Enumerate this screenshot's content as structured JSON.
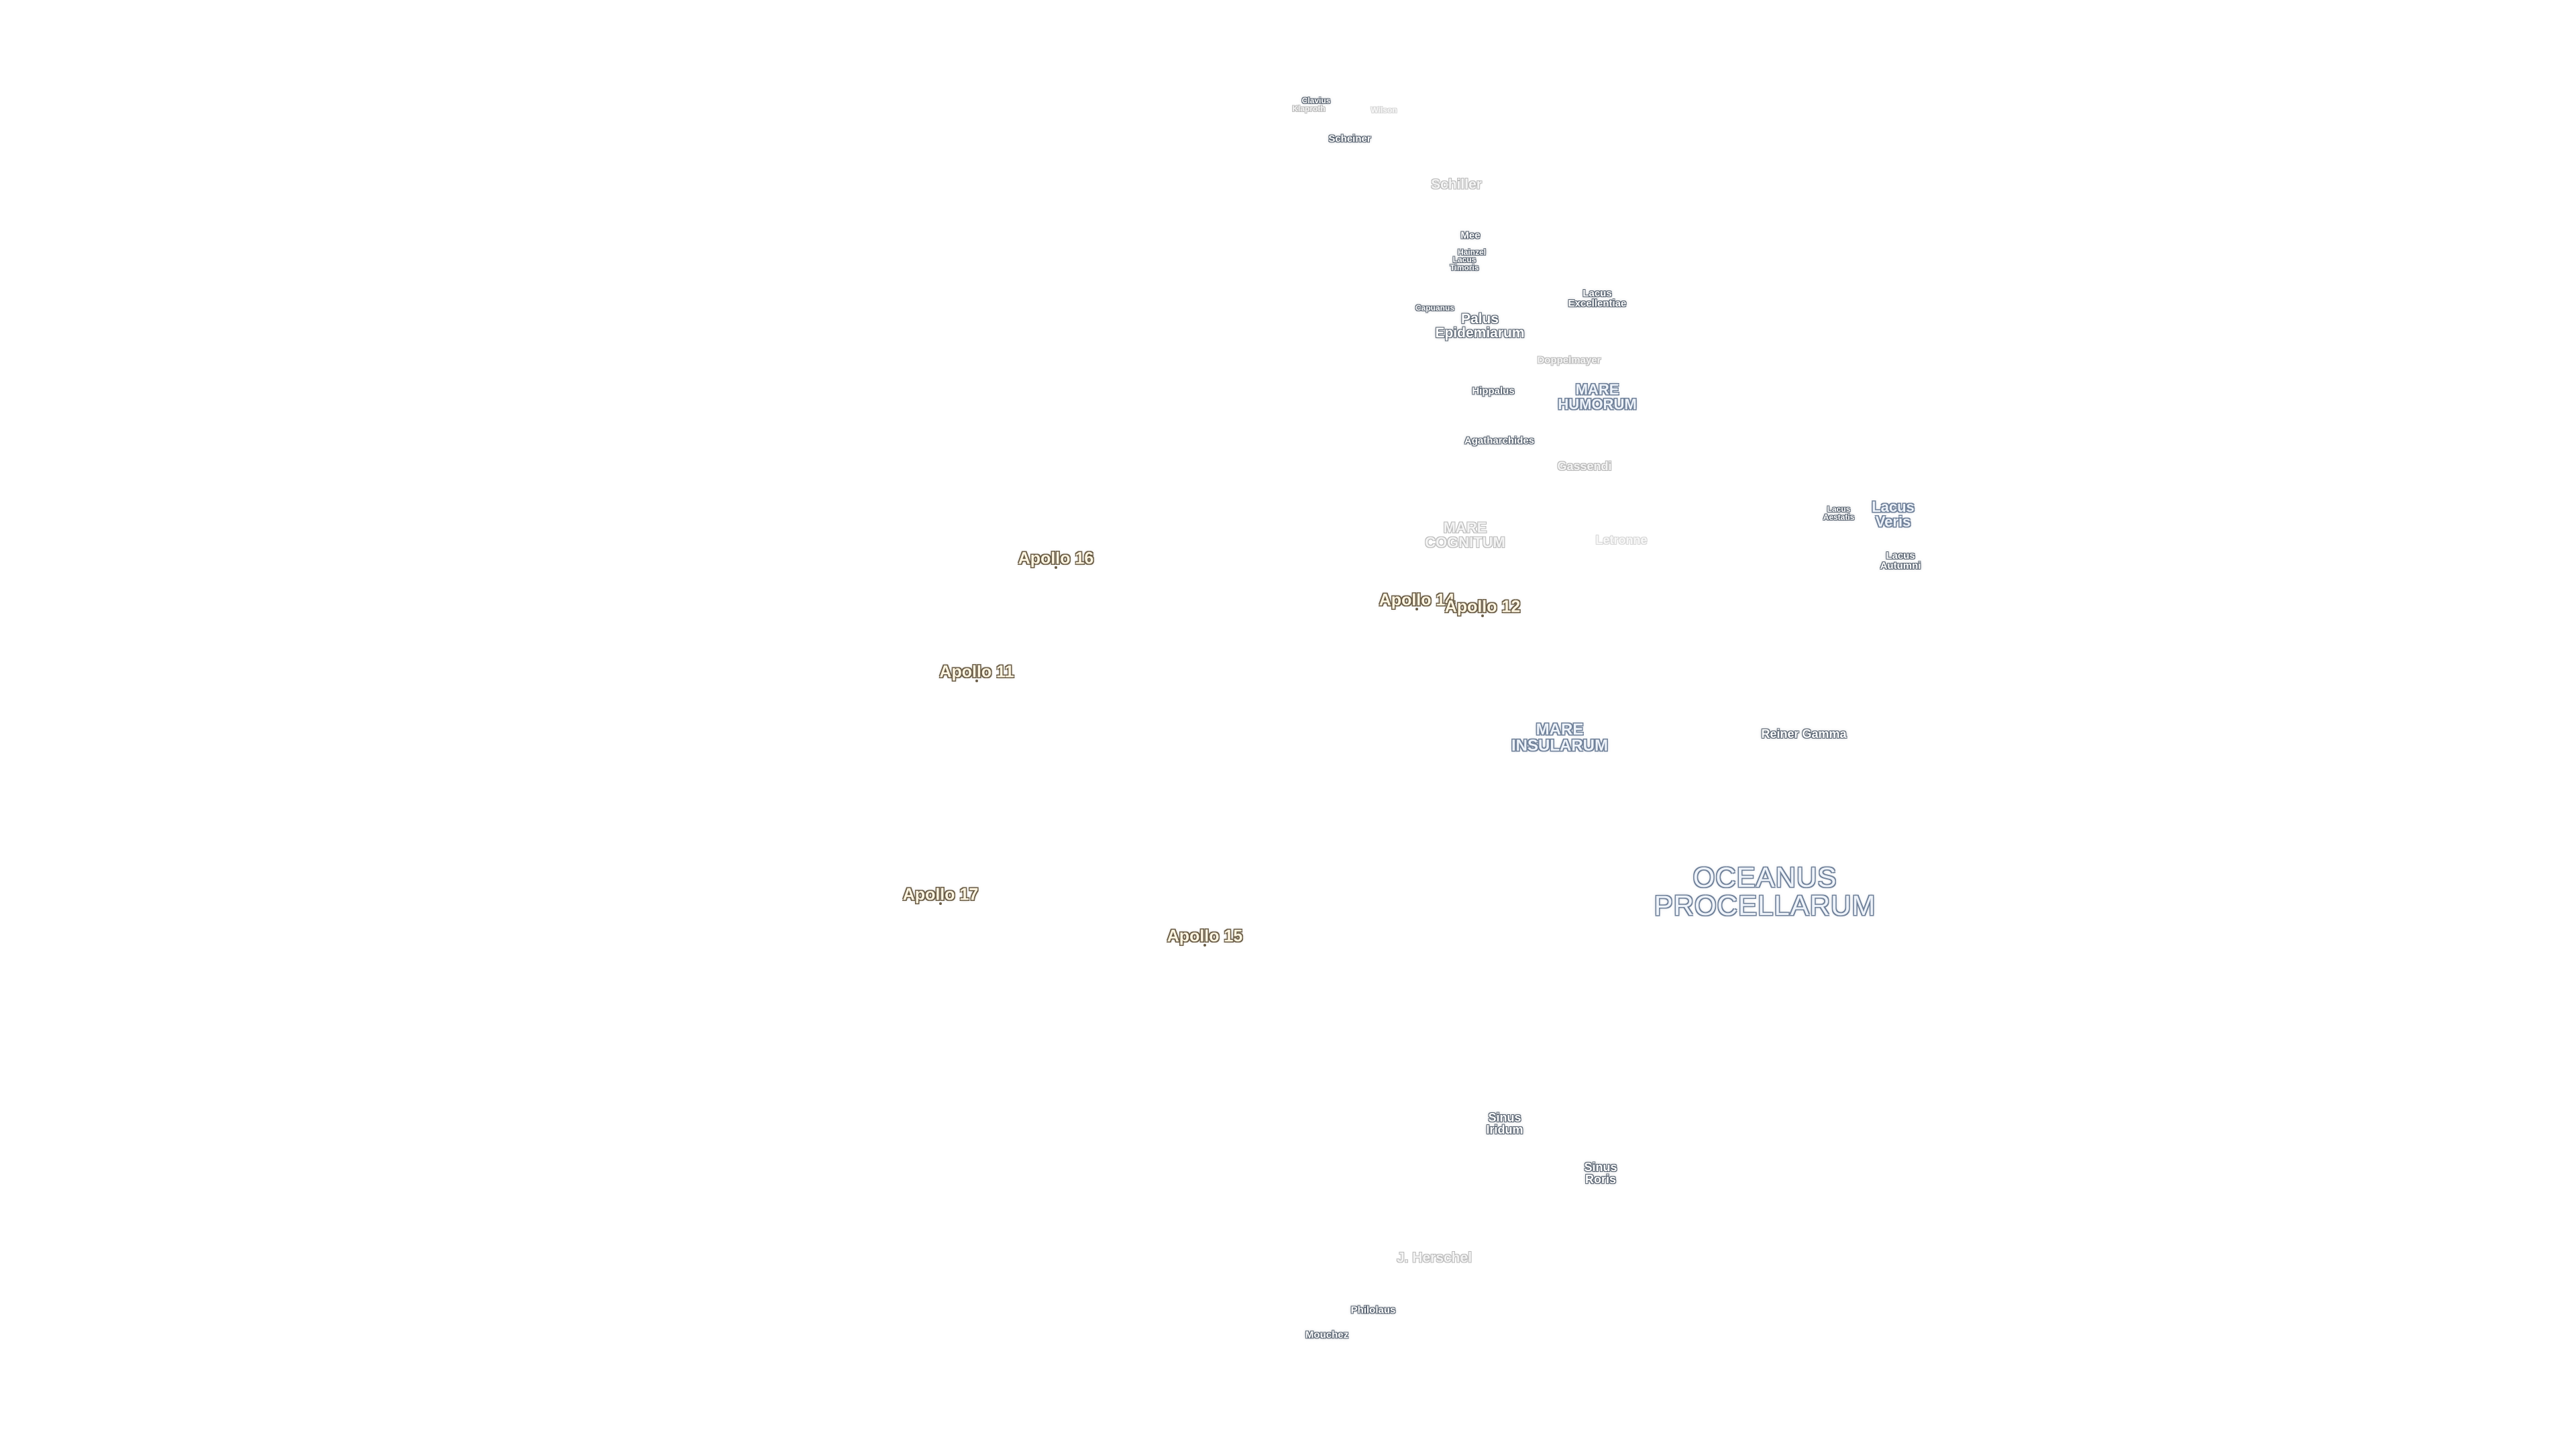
{
  "features": {
    "clavius": "Clavius",
    "klaproth": "Klaproth",
    "wilson": "Wilson",
    "scheiner": "Scheiner",
    "schiller": "Schiller",
    "mee": "Mee",
    "hainzel": "Hainzel",
    "lacus_timoris": "Lacus\nTimoris",
    "lacus_excellentiae": "Lacus\nExcellentiae",
    "capuanus": "Capuanus",
    "palus_epidemiarum": "Palus\nEpidemiarum",
    "doppelmayer": "Doppelmayer",
    "hippalus": "Hippalus",
    "mare_humorum": "MARE\nHUMORUM",
    "agatharchides": "Agatharchides",
    "gassendi": "Gassendi",
    "lacus_autumni_small": "Lacus\nAestatis",
    "lacus_veris": "Lacus\nVeris",
    "mare_cognitum": "MARE\nCOGNITUM",
    "letronne": "Letronne",
    "lacus_autumni": "Lacus\nAutumni",
    "mare_insularum": "MARE\nINSULARUM",
    "reiner_gamma": "Reiner Gamma",
    "oceanus_procellarum": "OCEANUS\nPROCELLARUM",
    "sinus_iridum": "Sinus\nIridum",
    "sinus_roris": "Sinus\nRoris",
    "j_herschel": "J. Herschel",
    "philolaus": "Philolaus",
    "mouchez": "Mouchez"
  },
  "landing_sites": {
    "apollo_16": "Apollo 16",
    "apollo_14": "Apollo 14",
    "apollo_12": "Apollo 12",
    "apollo_11": "Apollo 11",
    "apollo_17": "Apollo 17",
    "apollo_15": "Apollo 15"
  },
  "colors": {
    "background": "#ffffff",
    "label_outline": "#55606e",
    "mare_outline": "#6f8099",
    "apollo_outline": "#6a5d47"
  }
}
